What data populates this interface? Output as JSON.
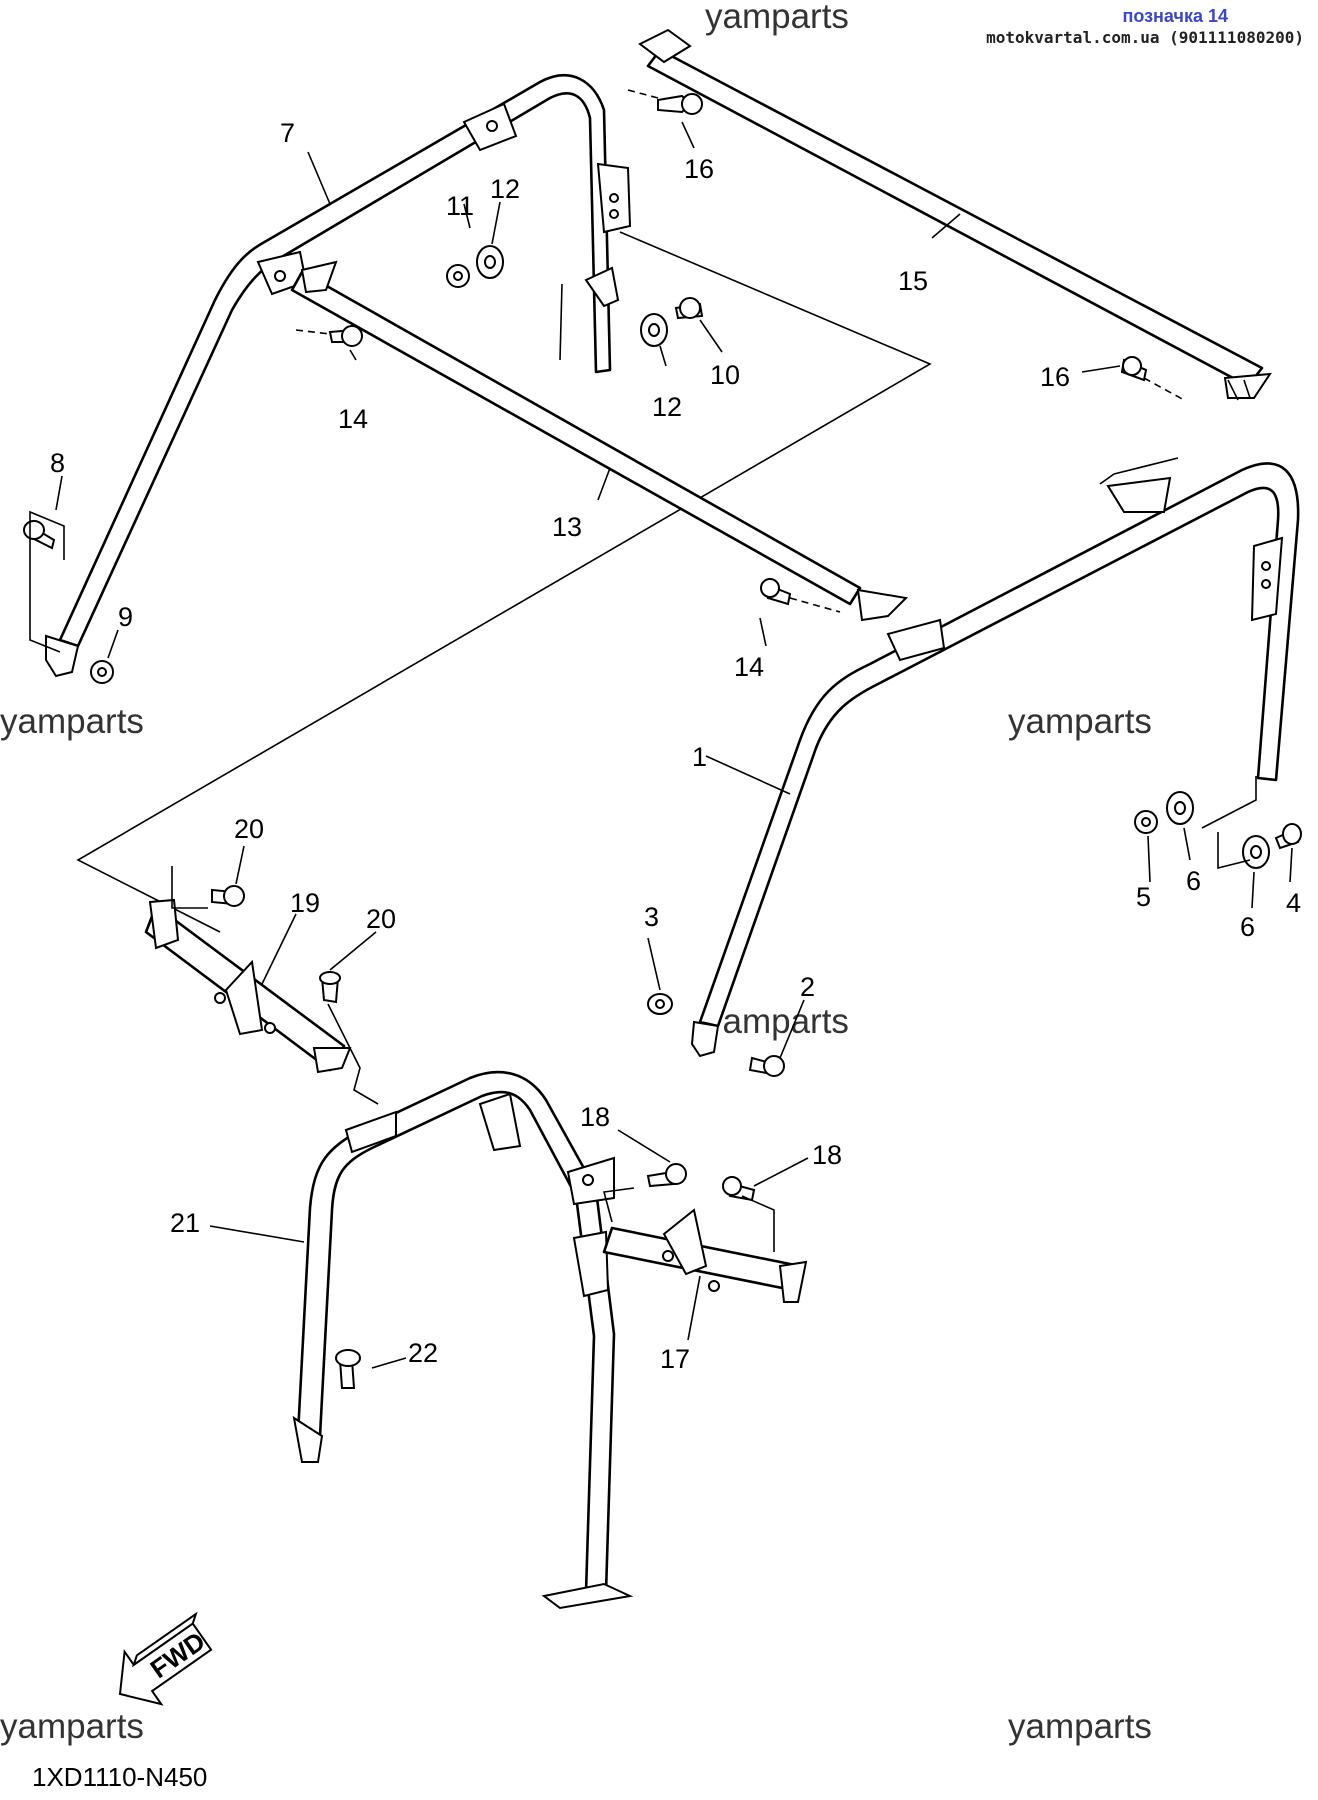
{
  "header": {
    "title": "позначка 14",
    "site": "motokvartal.com.ua (901111080200)"
  },
  "watermark": "yamparts",
  "diagram_code": "1XD1110-N450",
  "fwd_label": "FWD",
  "callouts": {
    "c1": "1",
    "c2": "2",
    "c3": "3",
    "c4": "4",
    "c5": "5",
    "c6a": "6",
    "c6b": "6",
    "c7": "7",
    "c8": "8",
    "c9": "9",
    "c10": "10",
    "c11": "11",
    "c12a": "12",
    "c12b": "12",
    "c13": "13",
    "c14a": "14",
    "c14b": "14",
    "c15": "15",
    "c16a": "16",
    "c16b": "16",
    "c17": "17",
    "c18a": "18",
    "c18b": "18",
    "c19": "19",
    "c20a": "20",
    "c20b": "20",
    "c21": "21",
    "c22": "22"
  }
}
